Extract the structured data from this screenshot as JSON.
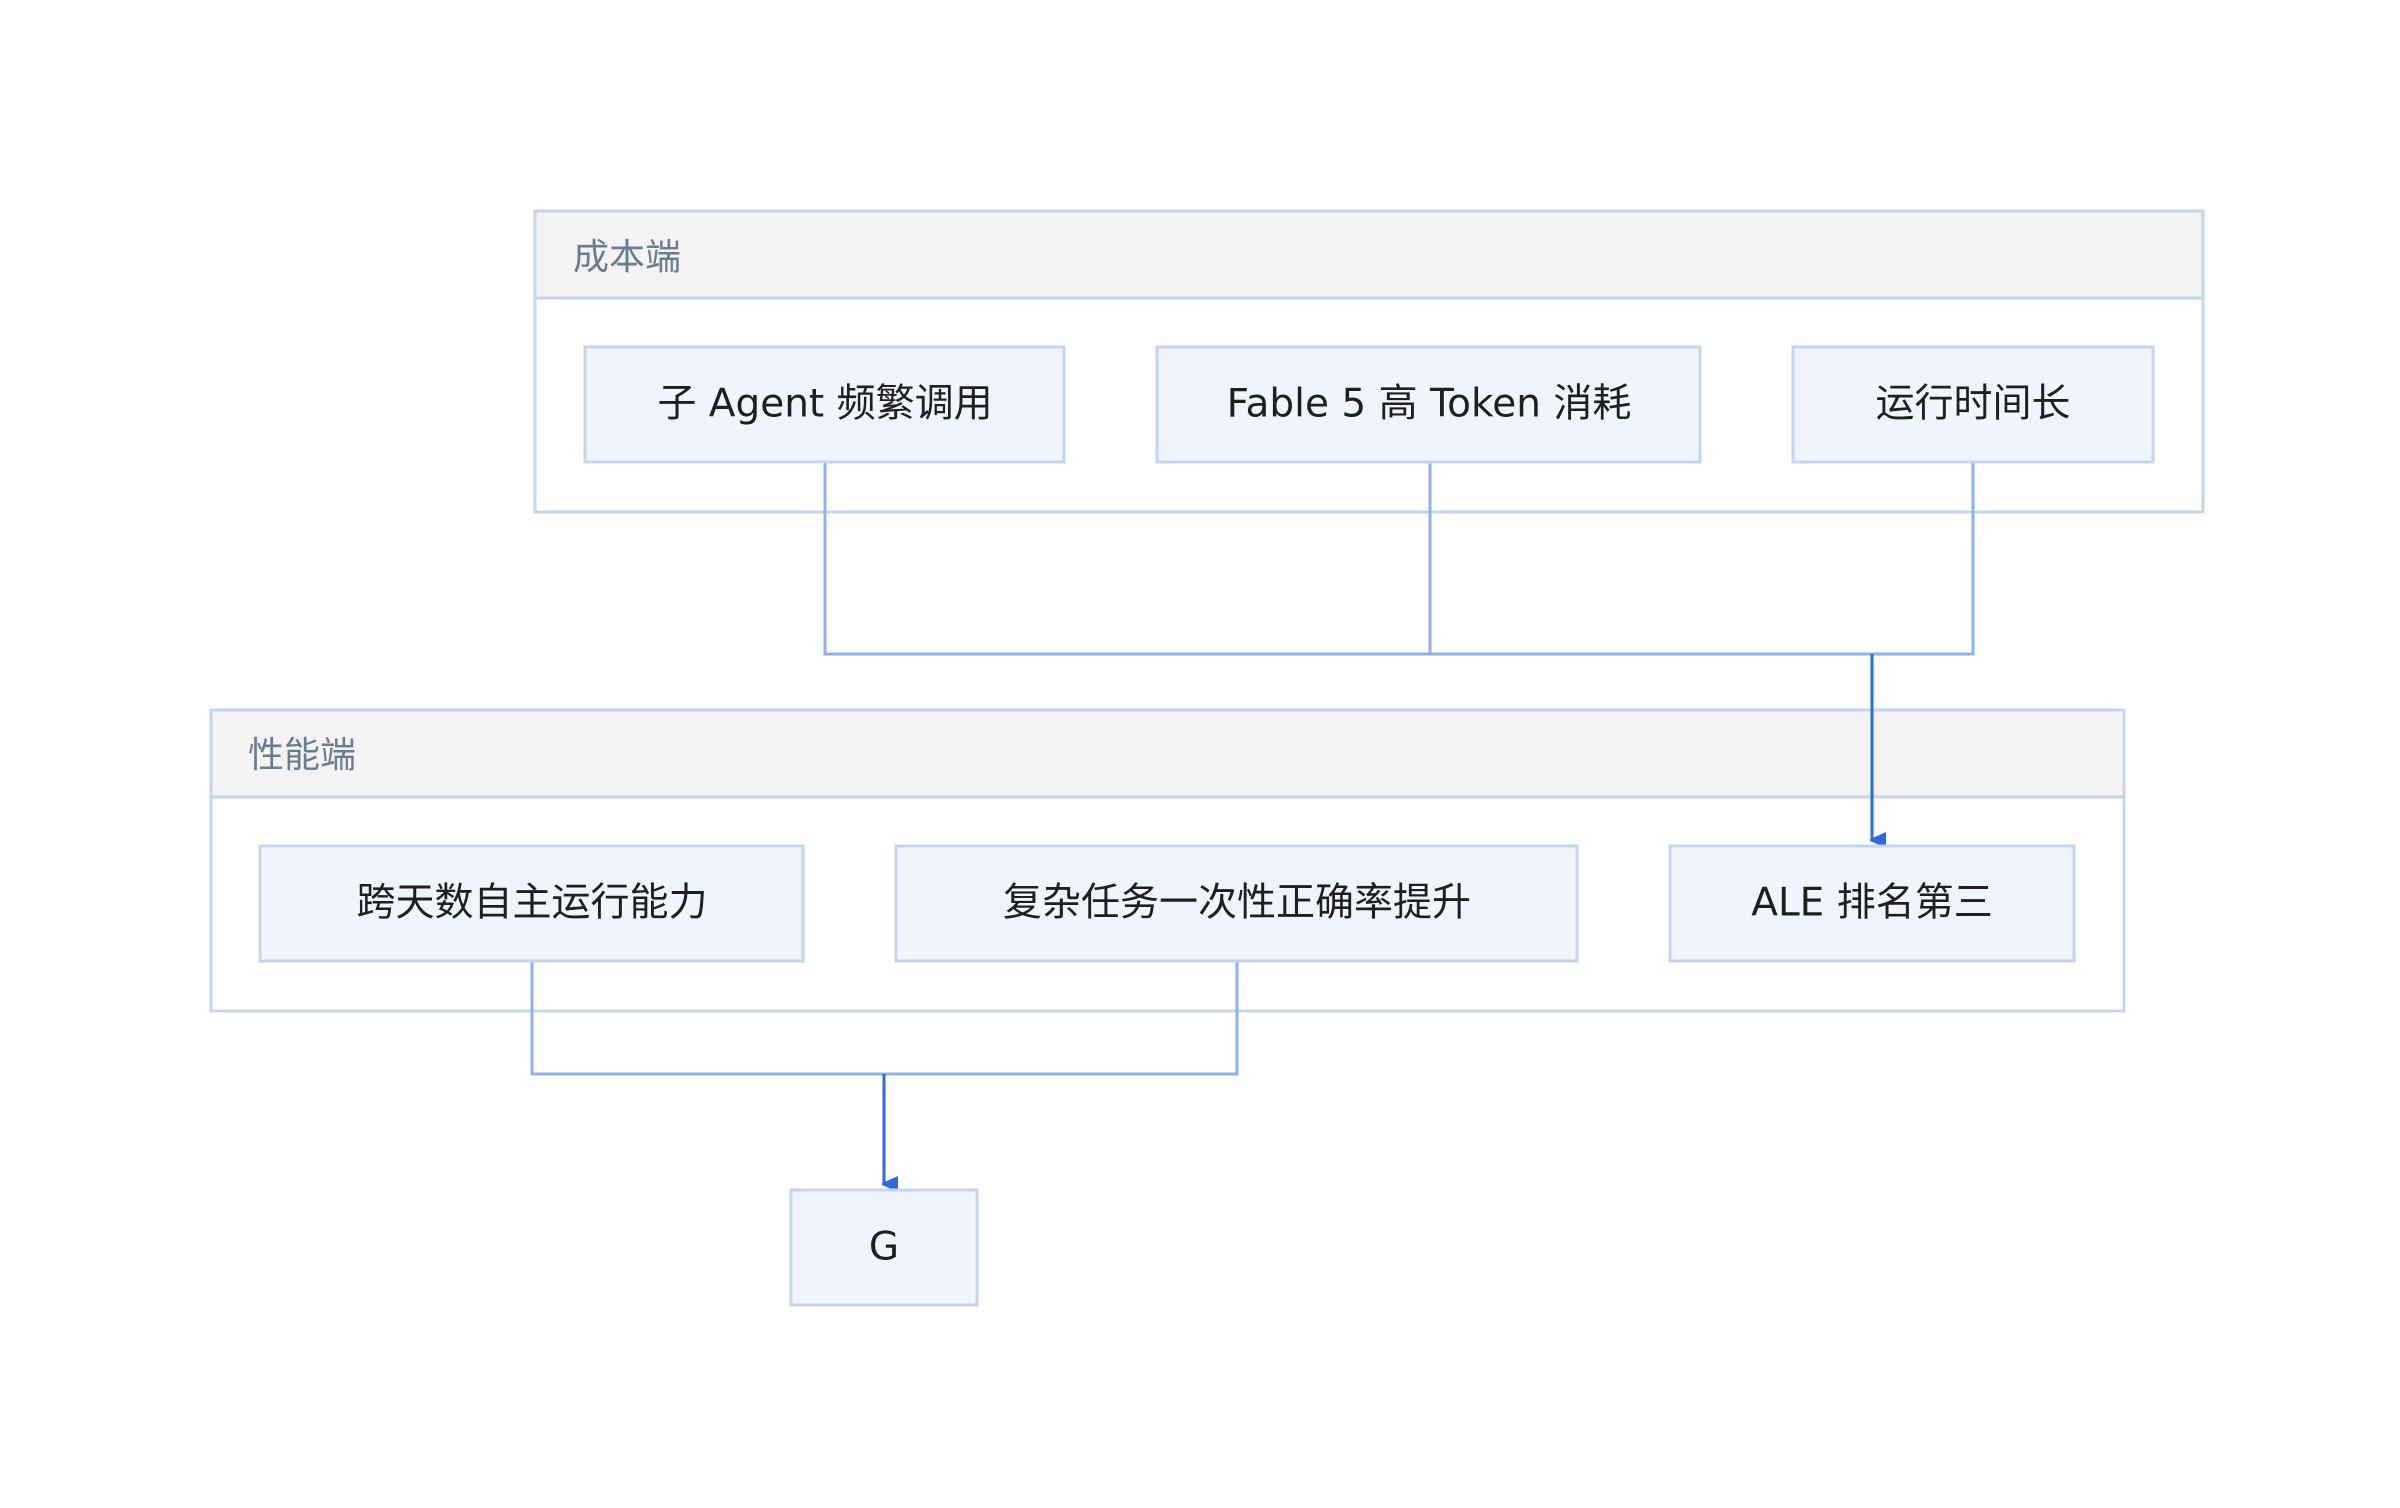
{
  "diagram": {
    "groups": {
      "cost": {
        "title": "成本端"
      },
      "performance": {
        "title": "性能端"
      }
    },
    "nodes": {
      "sub_agent_calls": "子 Agent 频繁调用",
      "fable5_tokens": "Fable 5 高 Token 消耗",
      "long_runtime": "运行时间长",
      "multiday_autonomy": "跨天数自主运行能力",
      "complex_task_accuracy": "复杂任务一次性正确率提升",
      "ale_rank": "ALE 排名第三",
      "g": "G"
    }
  },
  "colors": {
    "group_border": "#c5d5ee",
    "group_header_bg": "#f3f3f3",
    "node_fill": "#f0f5fd",
    "node_border": "#c5d5ee",
    "edge": "#8fb1e8",
    "arrow": "#2f6bd8",
    "group_title_text": "#6b7b91",
    "node_text": "#1f1f1f"
  }
}
